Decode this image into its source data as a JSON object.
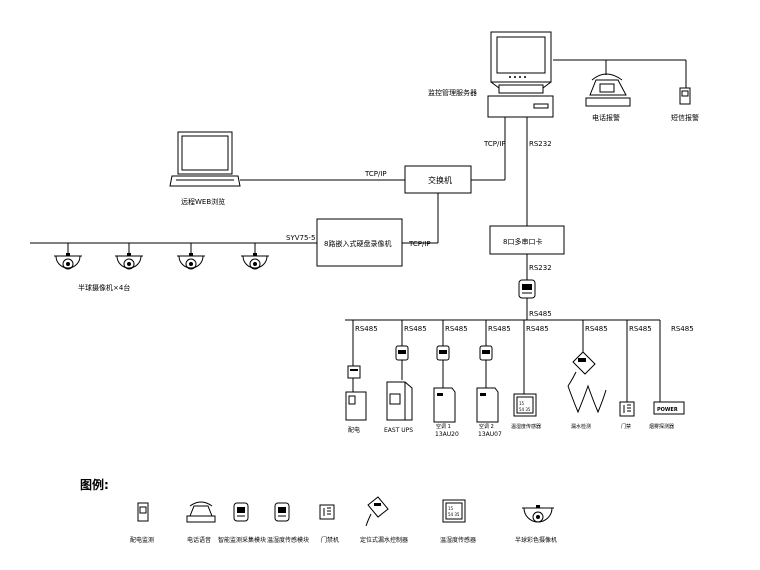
{
  "labels": {
    "server": "监控管理服务器",
    "phone": "电话报警",
    "sms": "短信报警",
    "laptop": "远程WEB浏览",
    "switch": "交换机",
    "dvr": "8路嵌入式硬盘录像机",
    "cameras": "半球摄像机×4台",
    "card": "8口多串口卡",
    "link_tcpip_1": "TCP/IP",
    "link_tcpip_2": "TCP/IP",
    "link_tcpip_3": "TCP/IP",
    "link_rs232_1": "RS232",
    "link_rs232_2": "RS232",
    "link_syv": "SYV75-5",
    "bus_rs485": "RS485",
    "branch_labels": [
      "RS485",
      "RS485",
      "RS485",
      "RS485",
      "RS485",
      "RS485",
      "RS485",
      "RS485"
    ],
    "dev_power": "配电",
    "dev_ups": "EAST UPS",
    "dev_ac1": "空调 1",
    "dev_ac2": "空调 2",
    "dev_ac1_model": "13AU20",
    "dev_ac2_model": "13AU07",
    "dev_temp": "温湿度传感器",
    "dev_leak": "漏水检测",
    "dev_door": "门禁",
    "dev_fire": "烟雾探测器",
    "dev_fire_tag": "POWER"
  },
  "legend": {
    "title": "图例:",
    "items": [
      "配电监测",
      "电话语音",
      "智能监测采集模块",
      "温湿度传感模块",
      "门禁机",
      "定位式漏水控制器",
      "温湿度传感器",
      "半球彩色摄像机"
    ]
  }
}
